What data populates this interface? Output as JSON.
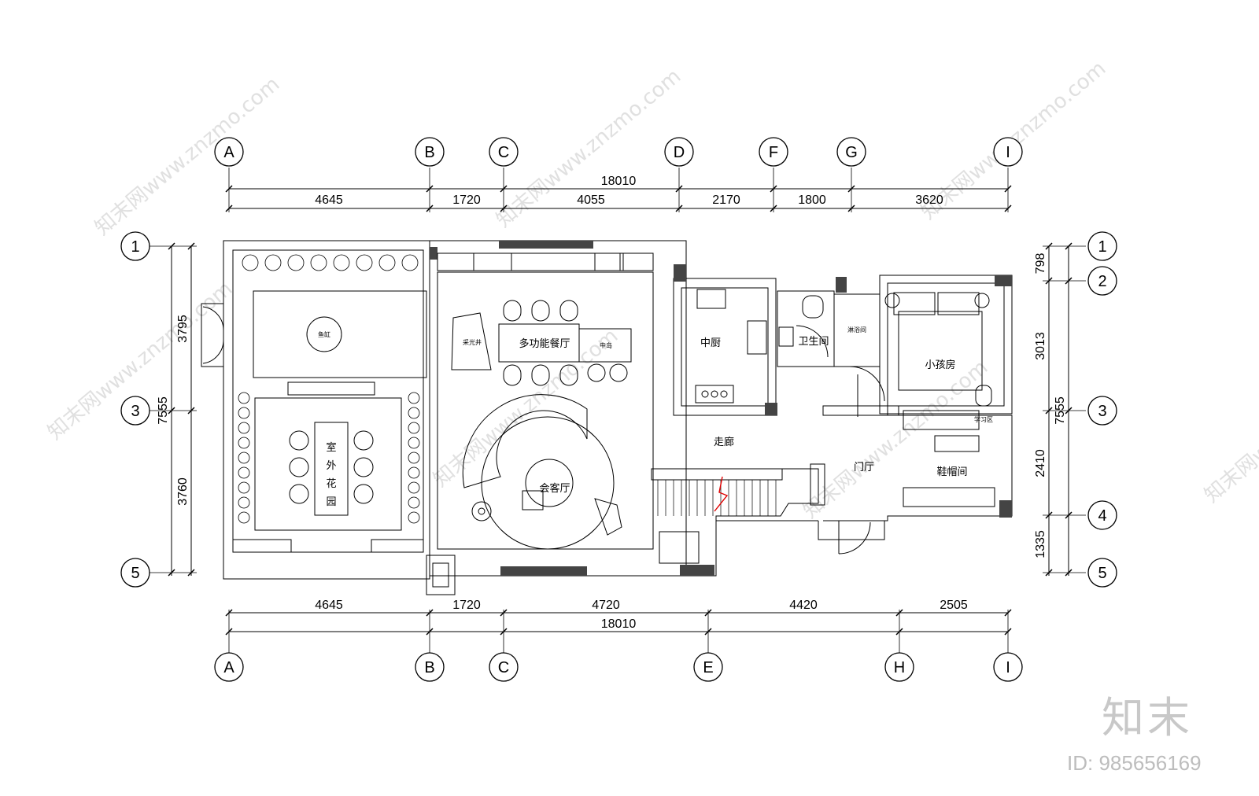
{
  "axes_top": [
    "A",
    "B",
    "C",
    "D",
    "F",
    "G",
    "I"
  ],
  "axes_bottom": [
    "A",
    "B",
    "C",
    "E",
    "H",
    "I"
  ],
  "axes_left": [
    "1",
    "3",
    "5"
  ],
  "axes_right": [
    "1",
    "2",
    "3",
    "4",
    "5"
  ],
  "dims": {
    "top_total": "18010",
    "top_segments": [
      "4645",
      "1720",
      "4055",
      "2170",
      "1800",
      "3620"
    ],
    "bottom_total": "18010",
    "bottom_segments": [
      "4645",
      "1720",
      "4720",
      "4420",
      "2505"
    ],
    "left_total": "7555",
    "left_segments": [
      "3795",
      "3760"
    ],
    "right_total": "7555",
    "right_segments": [
      "798",
      "3013",
      "2410",
      "1335"
    ]
  },
  "rooms": {
    "dining": "多功能餐厅",
    "island": "中岛",
    "lightwell": "采光井",
    "living": "会客厅",
    "kitchen": "中厨",
    "wc": "卫生间",
    "shower": "淋浴间",
    "kids": "小孩房",
    "corridor": "走廊",
    "foyer": "门厅",
    "shoe": "鞋帽间",
    "study": "学习区",
    "garden": [
      "室",
      "外",
      "花",
      "园"
    ],
    "fishtank": "鱼缸"
  },
  "watermark": "知末网www.znzmo.com",
  "brand": "知末",
  "brand_id": "ID: 985656169"
}
